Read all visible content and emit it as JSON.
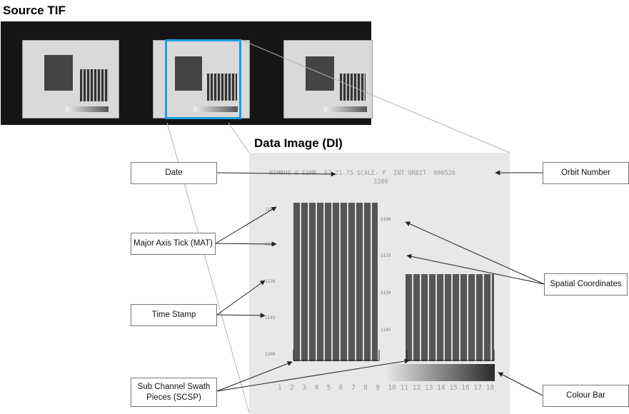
{
  "source_title": "Source TIF",
  "di_title": "Data Image (DI)",
  "labels": {
    "date": "Date",
    "orbit": "Orbit Number",
    "mat": "Major Axis Tick (MAT)",
    "time": "Time Stamp",
    "spatial": "Spatial Coordinates",
    "scsp": "Sub Channel Swath Pieces (SCSP)",
    "colour": "Colour Bar"
  },
  "image": {
    "header": "NIMBUS 6 ESMR  07-21-75 SCALE- F  INT ORBIT  000526",
    "scale_num": "3200",
    "left_ticks": [
      "1100",
      "1115",
      "1130",
      "1145",
      "1200"
    ],
    "right_ticks": [
      "1100",
      "1115",
      "1130",
      "1145"
    ],
    "channel_numbers": "1  2  3  4  5  6  7  8  9  10 11 12 13 14 15 16 17 18"
  },
  "colors": {
    "selection": "#1a9fe0"
  }
}
